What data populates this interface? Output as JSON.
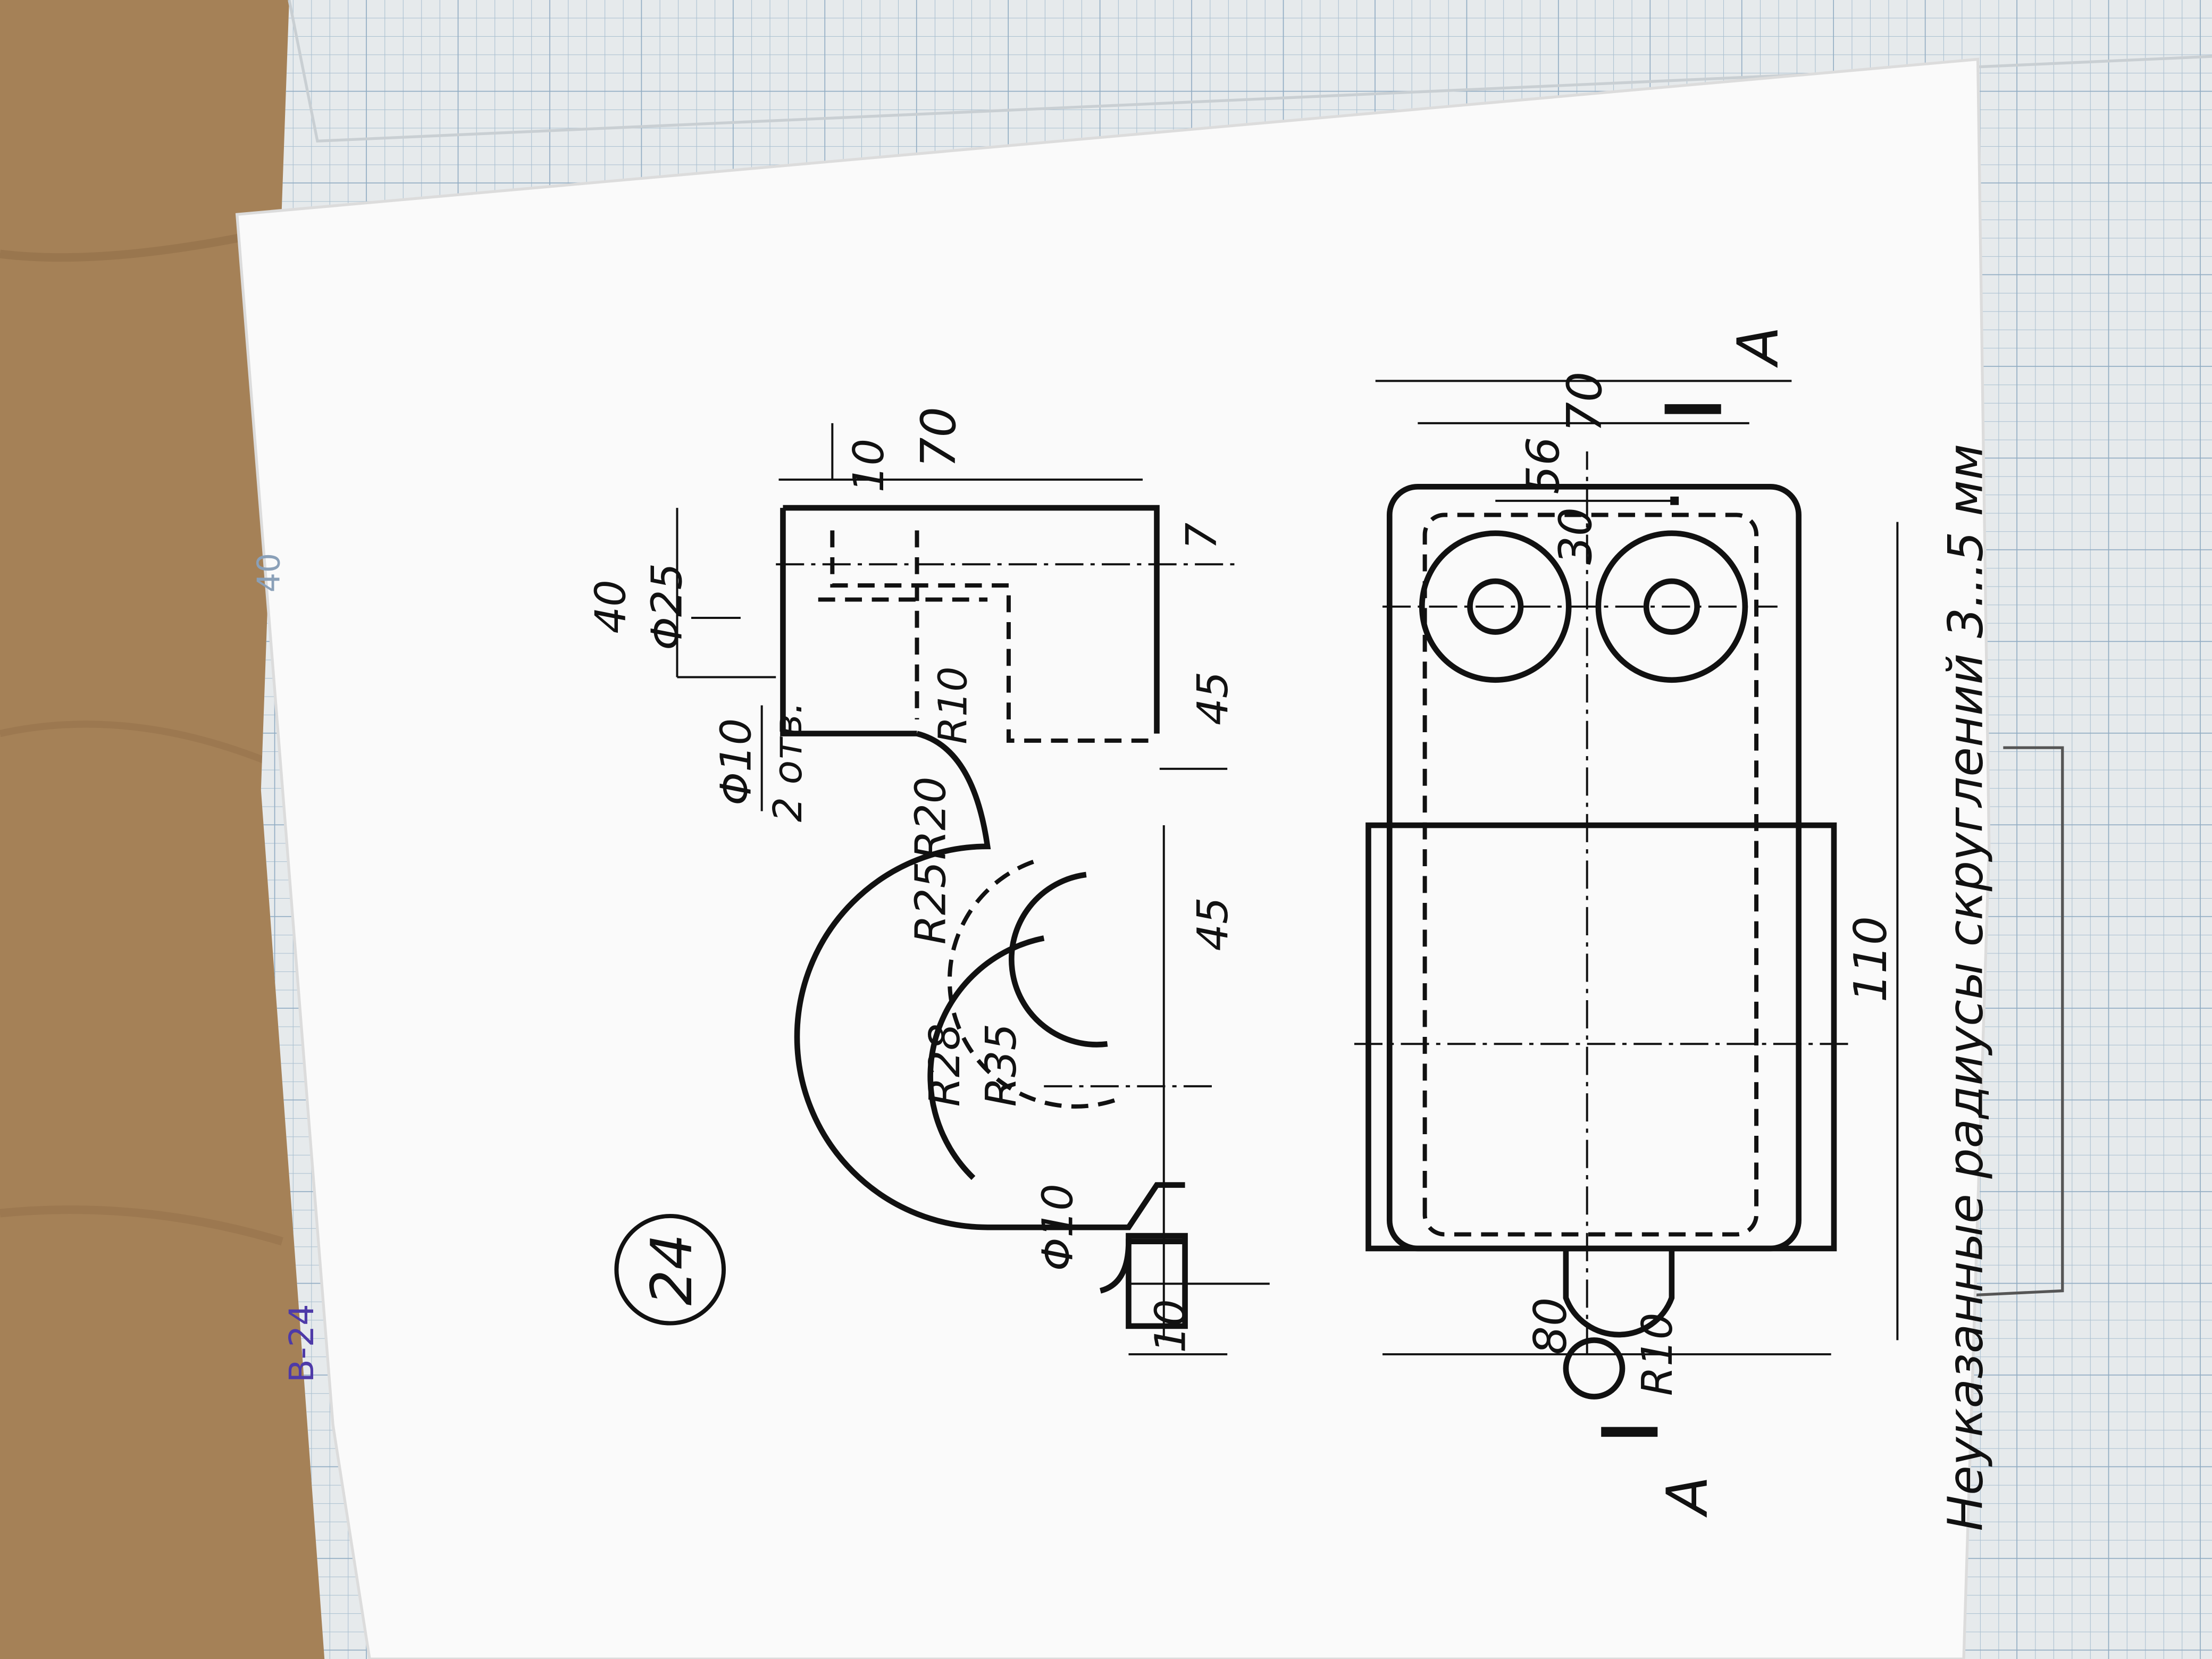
{
  "sheet": {
    "number": "24",
    "pencil_mark": "B-24",
    "grid_mark": "40",
    "note": "Неуказанные радиусы скруглений 3...5 мм"
  },
  "section_marks": {
    "top": "A",
    "bottom": "A"
  },
  "front_view": {
    "dim_70": "70",
    "dim_10_top": "10",
    "dim_7": "7",
    "dim_40": "40",
    "dim_phi25": "Φ25",
    "dim_phi10_holes": "Φ10",
    "holes_count": "2 отв.",
    "dim_R10": "R10",
    "dim_R20": "R20",
    "dim_R25": "R25",
    "dim_R28": "R28",
    "dim_R35": "R35",
    "dim_45_a": "45",
    "dim_45_b": "45",
    "dim_phi10_bottom": "Φ10",
    "dim_10_bottom": "10"
  },
  "plan_view": {
    "dim_70": "70",
    "dim_56": "56",
    "dim_30": "30",
    "dim_110": "110",
    "dim_80": "80",
    "dim_R10": "R10"
  }
}
